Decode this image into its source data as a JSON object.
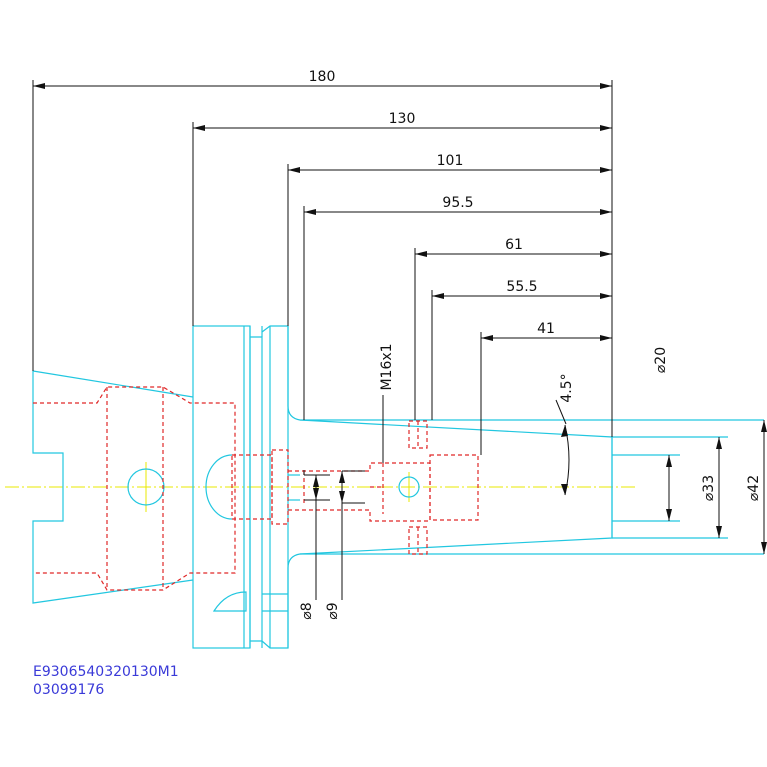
{
  "colors": {
    "background": "#ffffff",
    "outline": "#22c7e0",
    "hidden_lines": "#e02828",
    "center_line": "#e8e800",
    "dimension": "#111111",
    "code_text": "#3a3ad8"
  },
  "dimensions": {
    "length_180": "180",
    "length_130": "130",
    "length_101": "101",
    "length_95_5": "95.5",
    "length_61": "61",
    "length_55_5": "55.5",
    "length_41": "41",
    "thread": "M16x1",
    "taper_angle": "4.5°",
    "dia_20": "⌀20",
    "dia_33": "⌀33",
    "dia_42": "⌀42",
    "dia_8": "⌀8",
    "dia_9": "⌀9"
  },
  "part_code": {
    "line1": "E9306540320130M1",
    "line2": "03099176"
  }
}
